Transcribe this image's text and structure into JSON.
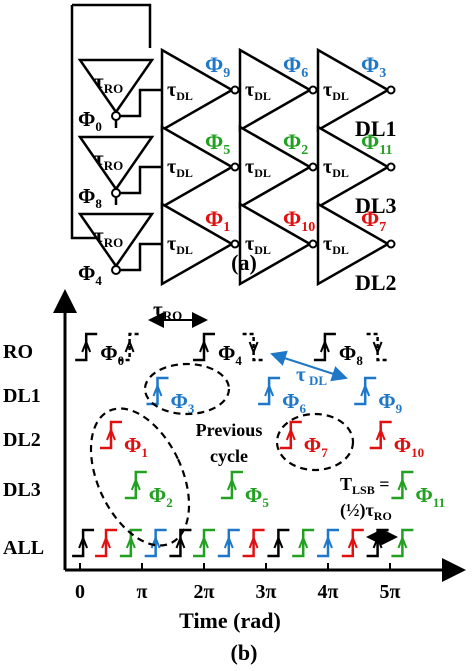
{
  "colors": {
    "black": "#000000",
    "blue": "#1f77c8",
    "green": "#22a022",
    "red": "#e01010"
  },
  "part_a": {
    "caption": "(a)",
    "ring_label": "τ",
    "ring_sub": "RO",
    "delay_label": "τ",
    "delay_sub": "DL",
    "rows": [
      {
        "name": "DL1",
        "ring_phase": "Φ",
        "ring_phase_sub": "0",
        "outputs": [
          {
            "sym": "Φ",
            "sub": "9",
            "color": "blue"
          },
          {
            "sym": "Φ",
            "sub": "6",
            "color": "blue"
          },
          {
            "sym": "Φ",
            "sub": "3",
            "color": "blue"
          }
        ]
      },
      {
        "name": "DL3",
        "ring_phase": "Φ",
        "ring_phase_sub": "8",
        "outputs": [
          {
            "sym": "Φ",
            "sub": "5",
            "color": "green"
          },
          {
            "sym": "Φ",
            "sub": "2",
            "color": "green"
          },
          {
            "sym": "Φ",
            "sub": "11",
            "color": "green"
          }
        ]
      },
      {
        "name": "DL2",
        "ring_phase": "Φ",
        "ring_phase_sub": "4",
        "outputs": [
          {
            "sym": "Φ",
            "sub": "1",
            "color": "red"
          },
          {
            "sym": "Φ",
            "sub": "10",
            "color": "red"
          },
          {
            "sym": "Φ",
            "sub": "7",
            "color": "red"
          }
        ]
      }
    ]
  },
  "part_b": {
    "caption": "(b)",
    "x_label": "Time (rad)",
    "row_labels": [
      "RO",
      "DL1",
      "DL2",
      "DL3",
      "ALL"
    ],
    "x_ticks": [
      "0",
      "π",
      "2π",
      "3π",
      "4π",
      "5π"
    ],
    "tau_ro": {
      "sym": "τ",
      "sub": "RO"
    },
    "tau_dl": {
      "sym": "τ",
      "sub": " DL"
    },
    "previous_cycle": [
      "Previous",
      "cycle"
    ],
    "tlsb": {
      "line1": "T",
      "line1_sub": "LSB",
      "line1_eq": " =",
      "line2": "(½)τ",
      "line2_sub": "RO"
    },
    "edges": {
      "RO": [
        {
          "x": 0.1,
          "dir": "up",
          "dashed": false,
          "label": "0"
        },
        {
          "x": 0.8,
          "dir": "up",
          "dashed": true,
          "label": ""
        },
        {
          "x": 2.0,
          "dir": "up",
          "dashed": false,
          "label": "4"
        },
        {
          "x": 2.8,
          "dir": "down",
          "dashed": true,
          "label": ""
        },
        {
          "x": 3.95,
          "dir": "up",
          "dashed": false,
          "label": "8"
        },
        {
          "x": 4.8,
          "dir": "down",
          "dashed": true,
          "label": ""
        }
      ],
      "DL1": [
        {
          "x": 1.25,
          "label": "3",
          "color": "blue"
        },
        {
          "x": 3.05,
          "label": "6",
          "color": "blue"
        },
        {
          "x": 4.6,
          "label": "9",
          "color": "blue"
        }
      ],
      "DL2": [
        {
          "x": 0.5,
          "label": "1",
          "color": "red"
        },
        {
          "x": 3.4,
          "label": "7",
          "color": "red"
        },
        {
          "x": 4.85,
          "label": "10",
          "color": "red"
        }
      ],
      "DL3": [
        {
          "x": 0.9,
          "label": "2",
          "color": "green"
        },
        {
          "x": 2.45,
          "label": "5",
          "color": "green"
        },
        {
          "x": 5.2,
          "label": "11",
          "color": "green"
        }
      ],
      "ALL": [
        {
          "x": 0.05,
          "color": "black"
        },
        {
          "x": 0.42,
          "color": "red"
        },
        {
          "x": 0.82,
          "color": "green"
        },
        {
          "x": 1.22,
          "color": "blue"
        },
        {
          "x": 1.62,
          "color": "black"
        },
        {
          "x": 2.0,
          "color": "green"
        },
        {
          "x": 2.4,
          "color": "blue"
        },
        {
          "x": 2.8,
          "color": "red"
        },
        {
          "x": 3.2,
          "color": "black"
        },
        {
          "x": 3.6,
          "color": "green"
        },
        {
          "x": 4.0,
          "color": "blue"
        },
        {
          "x": 4.4,
          "color": "red"
        },
        {
          "x": 4.8,
          "color": "black"
        },
        {
          "x": 5.2,
          "color": "green"
        }
      ]
    }
  }
}
